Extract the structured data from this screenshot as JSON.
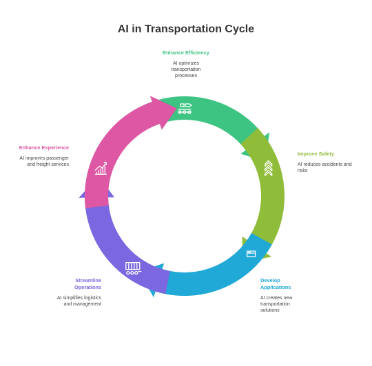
{
  "title": "AI in Transportation Cycle",
  "stages": [
    {
      "name": "Enhance Efficiency",
      "desc": "AI optimizes transportation processes",
      "color": "#3dc482",
      "icon": "conveyor-icon"
    },
    {
      "name": "Improve Safety",
      "desc": "AI reduces accidents and risks",
      "color": "#8fbd3a",
      "icon": "chevrons-up-icon"
    },
    {
      "name": "Develop Applications",
      "desc": "AI creates new transportation solutions",
      "color": "#20a8d6",
      "icon": "browser-window-icon"
    },
    {
      "name": "Streamline Operations",
      "desc": "AI simplifies logistics and management",
      "color": "#7b68e0",
      "icon": "freight-car-icon"
    },
    {
      "name": "Enhance Experience",
      "desc": "AI improves passenger and freight services",
      "color": "#dd57a4",
      "icon": "growth-chart-icon"
    }
  ]
}
